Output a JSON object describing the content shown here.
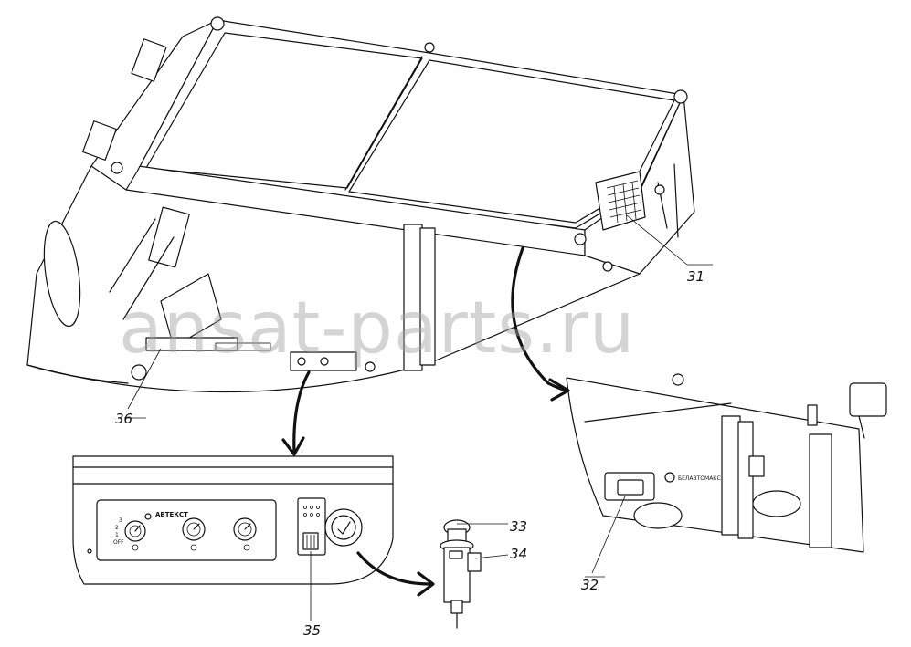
{
  "watermark": "ansat-parts.ru",
  "callouts": {
    "c31": "31",
    "c32": "32",
    "c33": "33",
    "c34": "34",
    "c35": "35",
    "c36": "36"
  },
  "panel": {
    "brand_text": "АВТЕКСТ",
    "dial_marks": [
      "3",
      "2",
      "1",
      "OFF"
    ]
  },
  "detail_right": {
    "brand_text": "БЕЛАВТОМАКС"
  }
}
